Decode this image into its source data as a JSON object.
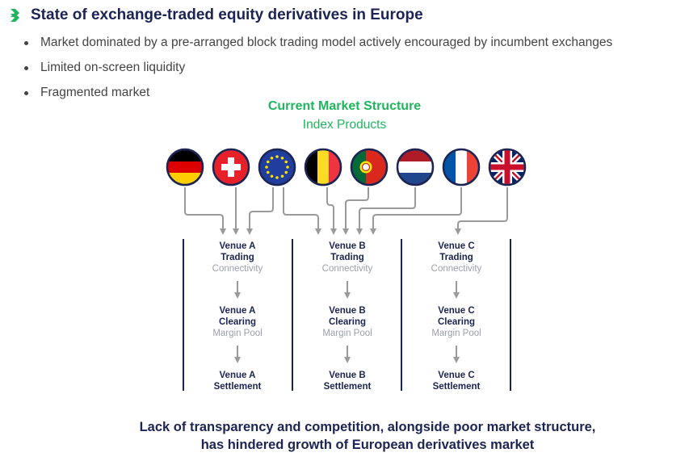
{
  "header": {
    "title": "State of exchange-traded equity derivatives in Europe",
    "icon": "double-chevron-icon",
    "accent_color": "#1fb55e",
    "title_color": "#1b2452"
  },
  "bullets": [
    "Market dominated by a pre-arranged block trading model actively encouraged by incumbent exchanges",
    "Limited on-screen liquidity",
    "Fragmented market"
  ],
  "diagram": {
    "title": "Current Market Structure",
    "subtitle": "Index Products",
    "flags": [
      "germany-flag-icon",
      "switzerland-flag-icon",
      "eu-flag-icon",
      "belgium-flag-icon",
      "portugal-flag-icon",
      "netherlands-flag-icon",
      "france-flag-icon",
      "uk-flag-icon"
    ],
    "venues": [
      {
        "trading": [
          "Venue A",
          "Trading"
        ],
        "trading_sub": "Connectivity",
        "clearing": [
          "Venue A",
          "Clearing"
        ],
        "clearing_sub": "Margin Pool",
        "settlement": [
          "Venue A",
          "Settlement"
        ]
      },
      {
        "trading": [
          "Venue B",
          "Trading"
        ],
        "trading_sub": "Connectivity",
        "clearing": [
          "Venue B",
          "Clearing"
        ],
        "clearing_sub": "Margin Pool",
        "settlement": [
          "Venue B",
          "Settlement"
        ]
      },
      {
        "trading": [
          "Venue C",
          "Trading"
        ],
        "trading_sub": "Connectivity",
        "clearing": [
          "Venue C",
          "Clearing"
        ],
        "clearing_sub": "Margin Pool",
        "settlement": [
          "Venue C",
          "Settlement"
        ]
      }
    ]
  },
  "footer": {
    "line1": "Lack of transparency and competition, alongside poor market structure,",
    "line2": "has hindered growth of European derivatives market"
  }
}
